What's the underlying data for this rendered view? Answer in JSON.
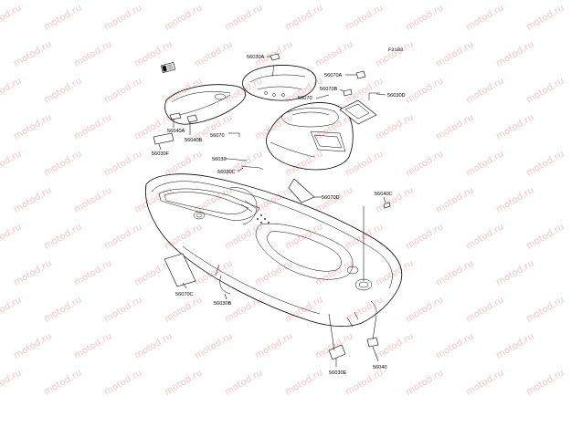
{
  "diagram": {
    "ref_code": "F3183",
    "watermark_text": "motod.ru",
    "colors": {
      "ink": "#000000",
      "background": "#ffffff",
      "watermark": "#f2c6c6"
    },
    "labels": {
      "p56030A": "56030A",
      "p56070A": "56070A",
      "p56070B": "56070B",
      "p56070": "56070",
      "p56030D": "56030D",
      "p56040A": "56040A",
      "p56040B": "56040B",
      "p56030F": "56030F",
      "p56030": "56030",
      "p56030C": "56030C",
      "p56070D": "56070D",
      "p56040C": "56040C",
      "p56070C": "56070C",
      "p56030B": "56030B",
      "p56030E": "56030E",
      "p56040": "56040"
    }
  }
}
